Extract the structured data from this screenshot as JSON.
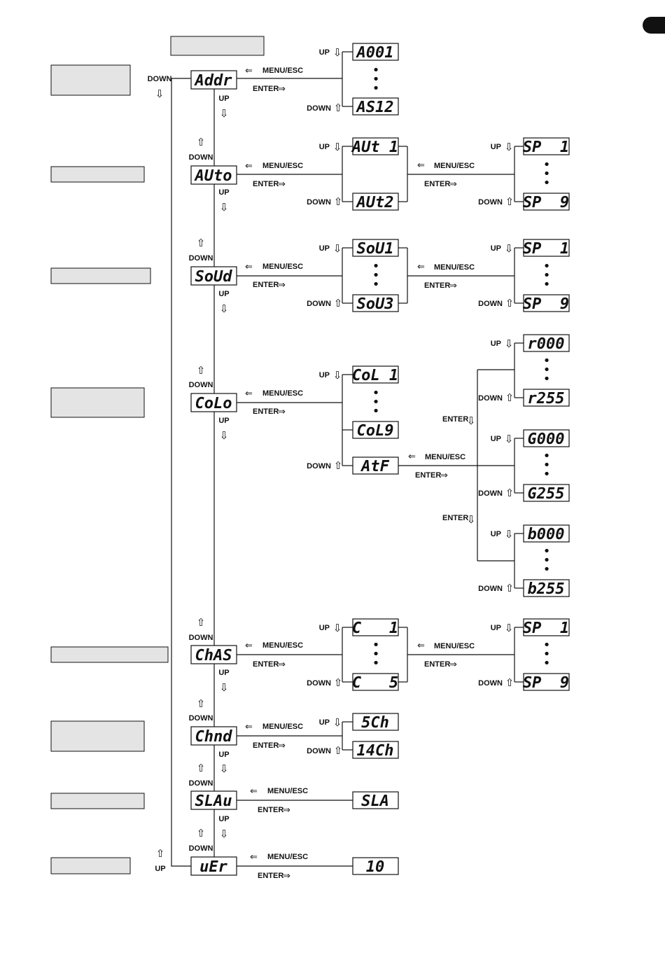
{
  "labels": {
    "up": "UP",
    "down": "DOWN",
    "menu_esc": "MENU/ESC",
    "enter": "ENTER"
  },
  "glyphs": {
    "arrow_left": "⇐",
    "arrow_right": "⇒",
    "arrow_up": "⇧",
    "arrow_down": "⇩",
    "dot": "•"
  },
  "main_menu": [
    {
      "id": "addr",
      "display": "Addr"
    },
    {
      "id": "auto",
      "display": "AUto"
    },
    {
      "id": "soud",
      "display": "SoUd"
    },
    {
      "id": "colo",
      "display": "CoLo"
    },
    {
      "id": "chas",
      "display": "ChAS"
    },
    {
      "id": "chnd",
      "display": "Chnd"
    },
    {
      "id": "slau",
      "display": "SLAu"
    },
    {
      "id": "ver",
      "display": "uEr"
    }
  ],
  "sub_menus": {
    "addr": {
      "first": "A001",
      "last": "AS12"
    },
    "auto": {
      "first": "AUt 1",
      "last": "AUt2"
    },
    "soud": {
      "first": "SoU1",
      "last": "SoU3"
    },
    "colo": {
      "first": "CoL 1",
      "mid": "CoL9",
      "last": "AtF"
    },
    "chas": {
      "first": "C   1",
      "last": "C   5"
    },
    "chnd": {
      "first": "5Ch",
      "last": "14Ch"
    },
    "slau": {
      "single": "SLA"
    },
    "ver": {
      "single": "10"
    }
  },
  "speed_menus": {
    "auto": {
      "first": "SP  1",
      "last": "SP  9"
    },
    "soud": {
      "first": "SP  1",
      "last": "SP  9"
    },
    "chas": {
      "first": "SP  1",
      "last": "SP  9"
    }
  },
  "rgb_menus": {
    "red": {
      "first": "r000",
      "last": "r255"
    },
    "green": {
      "first": "G000",
      "last": "G255"
    },
    "blue": {
      "first": "b000",
      "last": "b255"
    }
  },
  "language_tab": "",
  "description_boxes": [
    "",
    "",
    "",
    "",
    "",
    "",
    "",
    "",
    ""
  ]
}
